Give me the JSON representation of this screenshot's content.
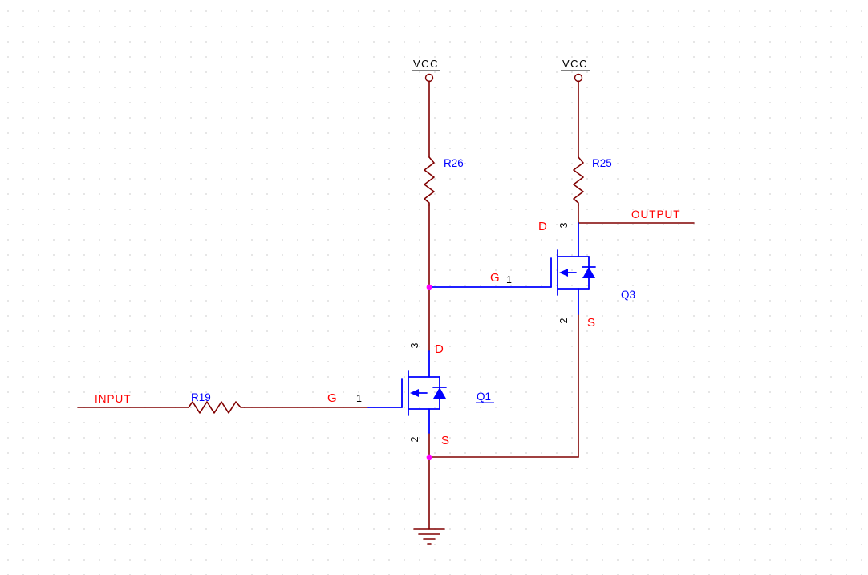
{
  "colors": {
    "background": "#ffffff",
    "grid_dot": "#d4d4d4",
    "wire": "#800000",
    "component_symbol": "#0000ff",
    "designator_text": "#0000ff",
    "pin_name_text": "#ff0000",
    "pin_number_text": "#000000",
    "net_label_text": "#ff0000",
    "power_text": "#000000",
    "junction_dot": "#ff00ff"
  },
  "power_ports": {
    "vcc_left": "VCC",
    "vcc_right": "VCC"
  },
  "resistors": {
    "r26": "R26",
    "r25": "R25",
    "r19": "R19"
  },
  "transistors": {
    "q1": {
      "designator": "Q1",
      "gate_name": "G",
      "gate_number": "1",
      "drain_name": "D",
      "drain_number": "3",
      "source_name": "S",
      "source_number": "2"
    },
    "q3": {
      "designator": "Q3",
      "gate_name": "G",
      "gate_number": "1",
      "drain_name": "D",
      "drain_number": "3",
      "source_name": "S",
      "source_number": "2"
    }
  },
  "net_labels": {
    "input": "INPUT",
    "output": "OUTPUT"
  }
}
